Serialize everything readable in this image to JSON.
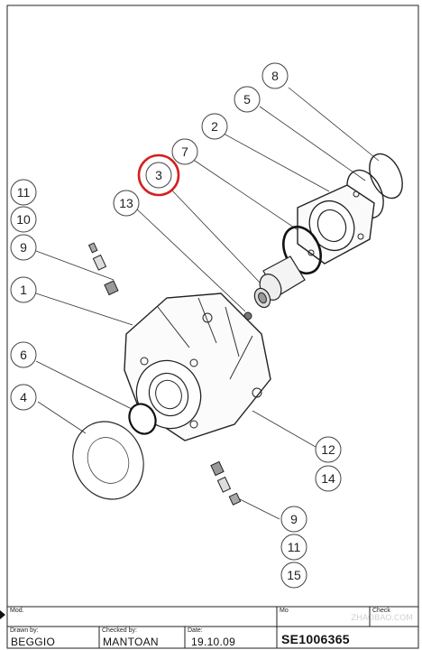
{
  "balloons": {
    "b1": "1",
    "b2": "2",
    "b3": "3",
    "b4": "4",
    "b5": "5",
    "b6": "6",
    "b7": "7",
    "b8": "8",
    "b9a": "9",
    "b9b": "9",
    "b10": "10",
    "b11a": "11",
    "b11b": "11",
    "b12": "12",
    "b13": "13",
    "b14": "14",
    "b15": "15"
  },
  "highlight": {
    "item": "3",
    "color": "#d42020"
  },
  "title_block": {
    "mod_label": "Mod.",
    "drawn_by_label": "Drawn by:",
    "drawn_by": "BEGGIO",
    "checked_by_label": "Checked by:",
    "checked_by": "MANTOAN",
    "date_label": "Date:",
    "date": "19.10.09",
    "model_label": "Mo",
    "code": "SE1006365",
    "check_label": "Check"
  },
  "watermark": "ZHAOBAO.COM"
}
